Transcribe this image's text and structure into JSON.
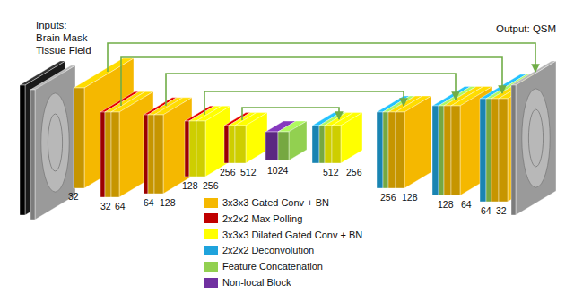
{
  "diagram": {
    "labels": [
      "Inputs:",
      "Brain Mask",
      "Tissue Field",
      "Output: QSM",
      "32",
      "32",
      "64",
      "64",
      "128",
      "128",
      "256",
      "256",
      "512",
      "1024",
      "512",
      "256",
      "256",
      "128",
      "128",
      "64",
      "64",
      "32"
    ],
    "legend": [
      {
        "text": "3x3x3 Gated Conv + BN",
        "color": "#f5b800"
      },
      {
        "text": "2x2x2 Max Polling",
        "color": "#c00000"
      },
      {
        "text": "3x3x3 Dilated Gated Conv + BN",
        "color": "#ffff00"
      },
      {
        "text": "2x2x2 Deconvolution",
        "color": "#1fa3dc"
      },
      {
        "text": "Feature Concatenation",
        "color": "#92d050"
      },
      {
        "text": "Non-local Block",
        "color": "#7030a0"
      }
    ]
  }
}
